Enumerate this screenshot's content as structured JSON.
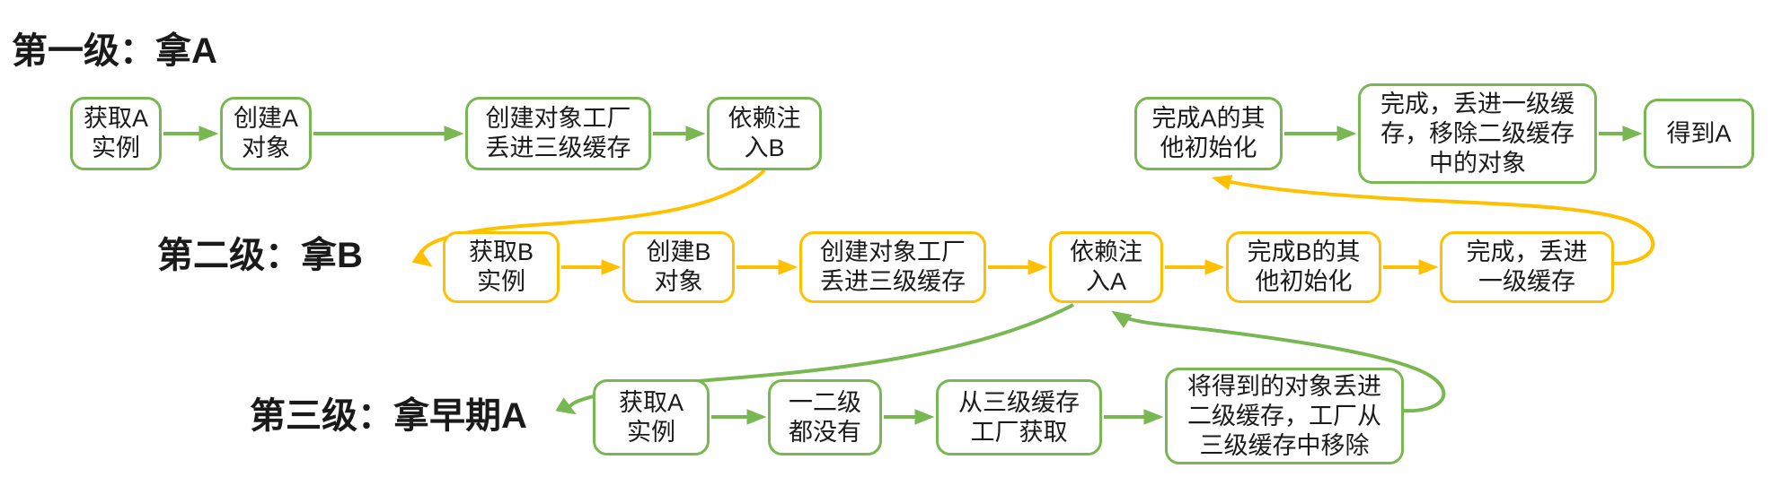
{
  "colors": {
    "green": "#79b752",
    "yellow": "#ffc000",
    "text": "#1a1a1a"
  },
  "labels": {
    "level1": "第一级：拿A",
    "level2": "第二级：拿B",
    "level3": "第三级：拿早期A"
  },
  "rows": [
    {
      "name": "level-1-get-A",
      "boxes": [
        {
          "text": "获取A\n实例"
        },
        {
          "text": "创建A\n对象"
        },
        {
          "text": "创建对象工厂\n丢进三级缓存"
        },
        {
          "text": "依赖注\n入B"
        },
        {
          "text": "完成A的其\n他初始化"
        },
        {
          "text": "完成，丢进一级缓\n存，移除二级缓存\n中的对象"
        },
        {
          "text": "得到A"
        }
      ]
    },
    {
      "name": "level-2-get-B",
      "boxes": [
        {
          "text": "获取B\n实例"
        },
        {
          "text": "创建B\n对象"
        },
        {
          "text": "创建对象工厂\n丢进三级缓存"
        },
        {
          "text": "依赖注\n入A"
        },
        {
          "text": "完成B的其\n他初始化"
        },
        {
          "text": "完成，丢进\n一级缓存"
        }
      ]
    },
    {
      "name": "level-3-get-early-A",
      "boxes": [
        {
          "text": "获取A\n实例"
        },
        {
          "text": "一二级\n都没有"
        },
        {
          "text": "从三级缓存\n工厂获取"
        },
        {
          "text": "将得到的对象丢进\n二级缓存，工厂从\n三级缓存中移除"
        }
      ]
    }
  ]
}
